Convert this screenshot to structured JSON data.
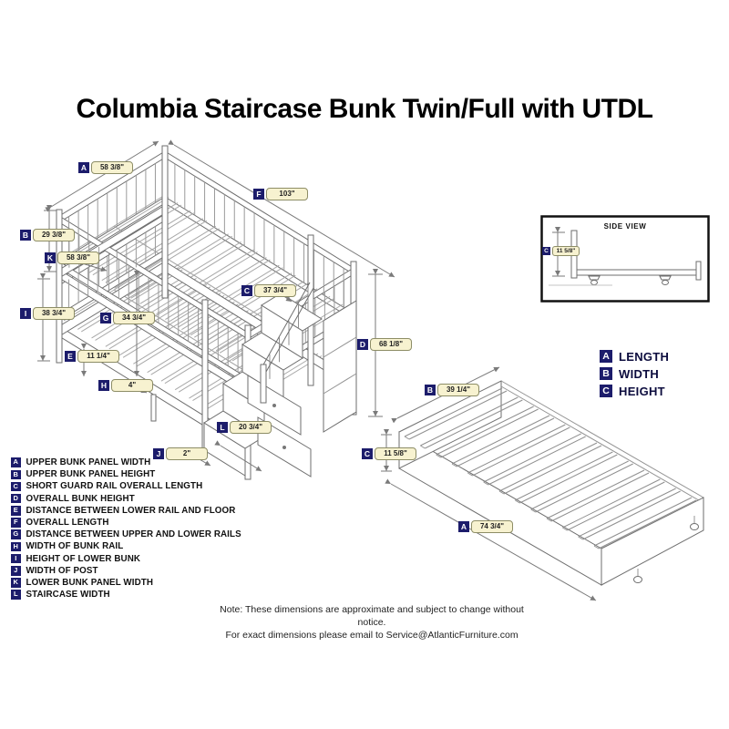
{
  "title": "Columbia Staircase Bunk Twin/Full with UTDL",
  "bunk_labels": [
    {
      "letter": "A",
      "value": "58 3/8\""
    },
    {
      "letter": "F",
      "value": "103\""
    },
    {
      "letter": "B",
      "value": "29 3/8\""
    },
    {
      "letter": "K",
      "value": "58 3/8\""
    },
    {
      "letter": "I",
      "value": "38 3/4\""
    },
    {
      "letter": "G",
      "value": "34 3/4\""
    },
    {
      "letter": "C",
      "value": "37 3/4\""
    },
    {
      "letter": "E",
      "value": "11 1/4\""
    },
    {
      "letter": "H",
      "value": "4\""
    },
    {
      "letter": "L",
      "value": "20 3/4\""
    },
    {
      "letter": "J",
      "value": "2\""
    },
    {
      "letter": "D",
      "value": "68 1/8\""
    }
  ],
  "trundle_labels": [
    {
      "letter": "B",
      "value": "39 1/4\""
    },
    {
      "letter": "C",
      "value": "11 5/8\""
    },
    {
      "letter": "A",
      "value": "74 3/4\""
    }
  ],
  "side_view": {
    "title": "SIDE VIEW",
    "dim": {
      "letter": "C",
      "value": "11 5/8\""
    }
  },
  "abc_legend": [
    {
      "letter": "A",
      "label": "LENGTH"
    },
    {
      "letter": "B",
      "label": "WIDTH"
    },
    {
      "letter": "C",
      "label": "HEIGHT"
    }
  ],
  "legend": [
    {
      "letter": "A",
      "label": "UPPER BUNK PANEL WIDTH"
    },
    {
      "letter": "B",
      "label": "UPPER BUNK PANEL HEIGHT"
    },
    {
      "letter": "C",
      "label": "SHORT GUARD RAIL OVERALL LENGTH"
    },
    {
      "letter": "D",
      "label": "OVERALL BUNK HEIGHT"
    },
    {
      "letter": "E",
      "label": "DISTANCE BETWEEN LOWER RAIL AND FLOOR"
    },
    {
      "letter": "F",
      "label": "OVERALL LENGTH"
    },
    {
      "letter": "G",
      "label": "DISTANCE BETWEEN UPPER AND LOWER RAILS"
    },
    {
      "letter": "H",
      "label": "WIDTH OF BUNK RAIL"
    },
    {
      "letter": "I",
      "label": "HEIGHT OF LOWER BUNK"
    },
    {
      "letter": "J",
      "label": "WIDTH OF POST"
    },
    {
      "letter": "K",
      "label": "LOWER BUNK PANEL WIDTH"
    },
    {
      "letter": "L",
      "label": "STAIRCASE WIDTH"
    }
  ],
  "note": {
    "line1": "Note:  These dimensions are approximate and subject to change without notice.",
    "line2": "For exact dimensions please email to Service@AtlanticFurniture.com"
  },
  "colors": {
    "badge_navy": "#1c1c6b",
    "dim_box_bg": "#f7f2d0",
    "dim_box_border": "#8d8d66"
  }
}
